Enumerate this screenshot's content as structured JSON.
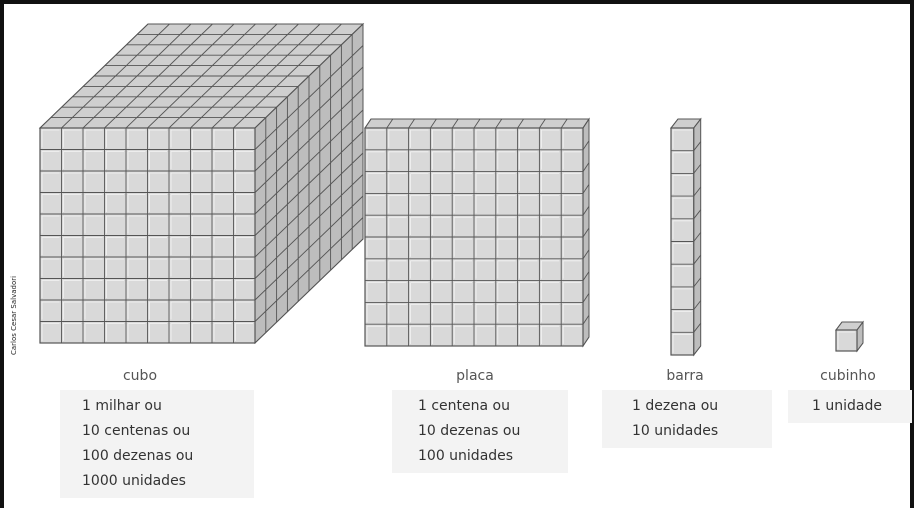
{
  "credit": "Carlos Cesar Salvadori",
  "blocks": [
    {
      "id": "cubo",
      "name": "cubo",
      "lines": [
        "1 milhar ou",
        "10 centenas ou",
        "100 dezenas ou",
        "1000 unidades"
      ]
    },
    {
      "id": "placa",
      "name": "placa",
      "lines": [
        "1 centena ou",
        "10 dezenas ou",
        "100 unidades"
      ]
    },
    {
      "id": "barra",
      "name": "barra",
      "lines": [
        "1 dezena ou",
        "10 unidades"
      ]
    },
    {
      "id": "cubinho",
      "name": "cubinho",
      "lines": [
        "1 unidade"
      ]
    }
  ],
  "colors": {
    "face": "#d9d9d9",
    "top": "#cfcfcf",
    "side": "#bdbdbd",
    "grid": "#555555",
    "frame": "#111111"
  }
}
